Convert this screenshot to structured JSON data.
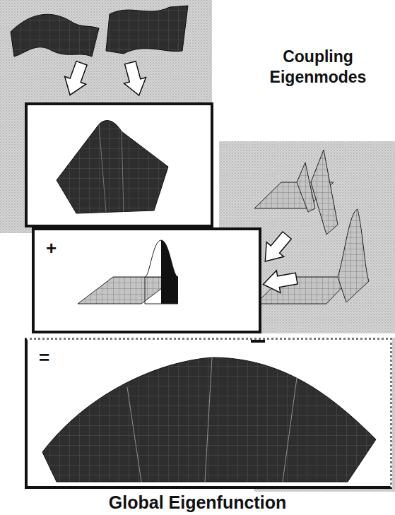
{
  "diagram": {
    "caption": "Global Eigenfunction",
    "nodes": [
      {
        "text": [
          "+"
        ]
      },
      {
        "text": [
          "="
        ]
      }
    ],
    "labels": [
      "Coupling Eigenmodes"
    ]
  }
}
